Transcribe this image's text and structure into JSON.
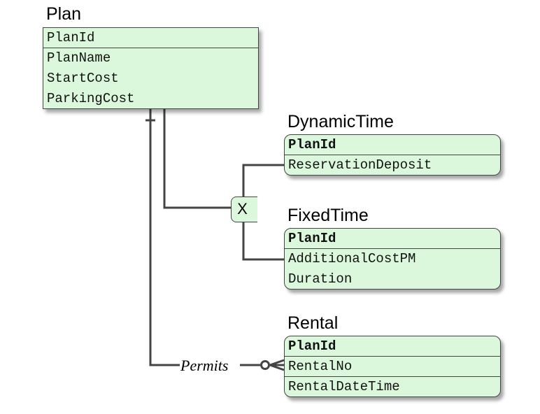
{
  "entities": {
    "plan": {
      "name": "Plan",
      "attributes": [
        "PlanId",
        "PlanName",
        "StartCost",
        "ParkingCost"
      ]
    },
    "dynamic_time": {
      "name": "DynamicTime",
      "attributes": [
        "PlanId",
        "ReservationDeposit"
      ]
    },
    "fixed_time": {
      "name": "FixedTime",
      "attributes": [
        "PlanId",
        "AdditionalCostPM",
        "Duration"
      ]
    },
    "rental": {
      "name": "Rental",
      "attributes": [
        "PlanId",
        "RentalNo",
        "RentalDateTime"
      ]
    }
  },
  "specialization": {
    "symbol": "X"
  },
  "relationship": {
    "label": "Permits"
  }
}
